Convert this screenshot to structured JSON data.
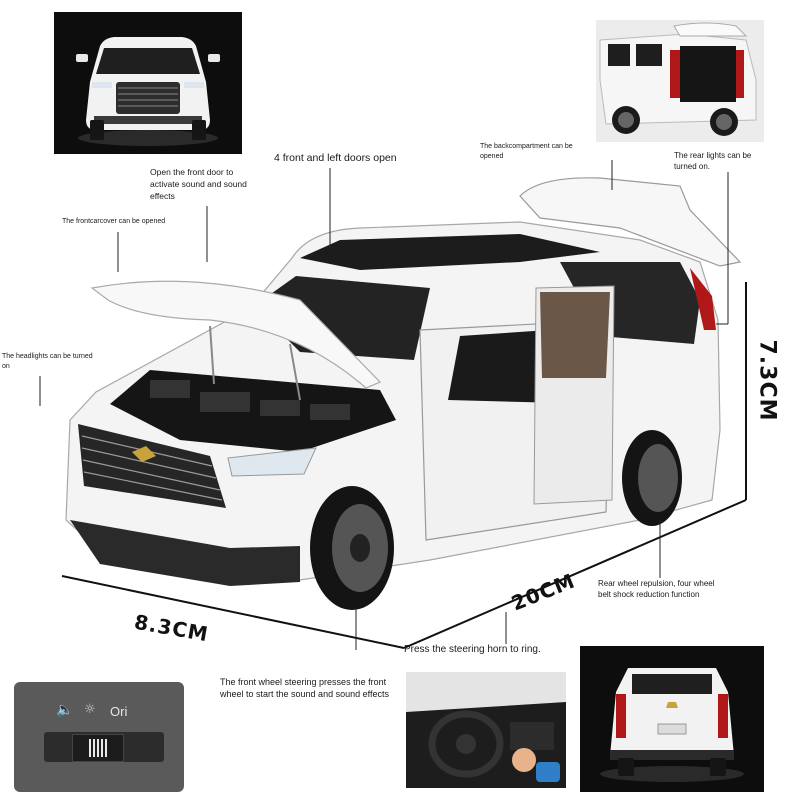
{
  "annotations": {
    "front_door": "Open the front door to activate sound and sound effects",
    "four_doors": "4 front and left doors open",
    "back_compartment": "The backcompartment can be opened",
    "rear_lights": "The rear lights can be turned on.",
    "front_cover": "The frontcarcover can be opened",
    "headlights": "The headlights can be turned on",
    "rear_wheel": "Rear wheel repulsion, four wheel belt shock reduction function",
    "steering_horn": "Press the steering horn to ring.",
    "front_wheel": "The front wheel steering presses the front wheel to start the sound and sound effects"
  },
  "dimensions": {
    "height": "7.3CM",
    "length": "20CM",
    "width": "8.3CM"
  },
  "switch": {
    "label": "Ori"
  },
  "colors": {
    "car_body": "#f4f4f4",
    "dark_thumb": "#0d0d0d",
    "glass": "#1c1c1c",
    "tail_light": "#b01818"
  }
}
